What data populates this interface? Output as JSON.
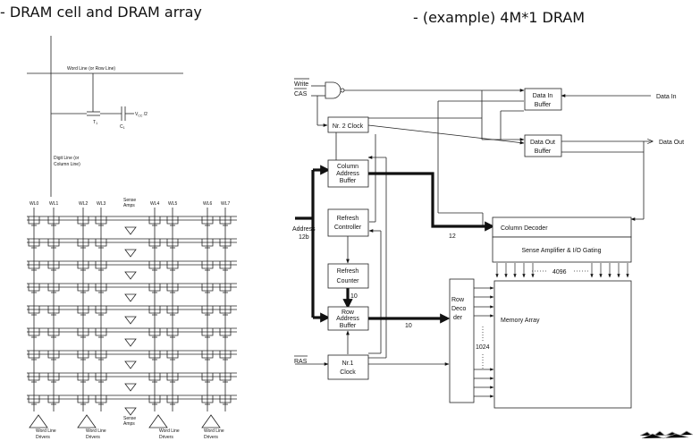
{
  "headings": {
    "left": "- DRAM cell and DRAM array",
    "right": "- (example) 4M*1 DRAM"
  },
  "cell": {
    "word_line": "Word Line (or Row Line)",
    "vcc": "V",
    "vcc_sub": "CC",
    "vcc_tail": " /2",
    "t1": "T",
    "t1_sub": "1",
    "c1": "C",
    "c1_sub": "1",
    "digit_line_1": "Digit Line (or",
    "digit_line_2": "Column Line)"
  },
  "array": {
    "wl_labels": [
      "WL0",
      "WL1",
      "WL2",
      "WL3",
      "WL4",
      "WL5",
      "WL6",
      "WL7"
    ],
    "sense_top": [
      "Sense",
      "Amps"
    ],
    "sense_bottom": [
      "Sense",
      "Amps"
    ],
    "drivers": [
      [
        "Word Line",
        "Drivers"
      ],
      [
        "Word Line",
        "Drivers"
      ],
      [
        "Word Line",
        "Drivers"
      ],
      [
        "Word Line",
        "Drivers"
      ]
    ]
  },
  "block": {
    "write": "Write",
    "cas": "CAS",
    "ras": "RAS",
    "nr2_clock": "Nr. 2 Clock",
    "column_address_buffer": [
      "Column",
      "Address",
      "Buffer"
    ],
    "refresh_controller": [
      "Refresh",
      "Controller"
    ],
    "refresh_counter": [
      "Refresh",
      "Counter"
    ],
    "row_address_buffer": [
      "Row",
      "Address",
      "Buffer"
    ],
    "nr1_clock": [
      "Nr.1",
      "Clock"
    ],
    "data_in_buffer": [
      "Data In",
      "Buffer"
    ],
    "data_out_buffer": [
      "Data Out",
      "Buffer"
    ],
    "data_in": "Data In",
    "data_out": "Data Out",
    "address": [
      "Address",
      "12b"
    ],
    "bus_12": "12",
    "bus_10_a": "10",
    "bus_10_b": "10",
    "column_decoder": "Column Decoder",
    "sense_amp": "Sense Amplifier & I/O Gating",
    "bits_4096": "4096",
    "row_decoder": [
      "Row",
      "Deco",
      "der"
    ],
    "memory_array": "Memory Array",
    "rows_1024": "1024"
  }
}
